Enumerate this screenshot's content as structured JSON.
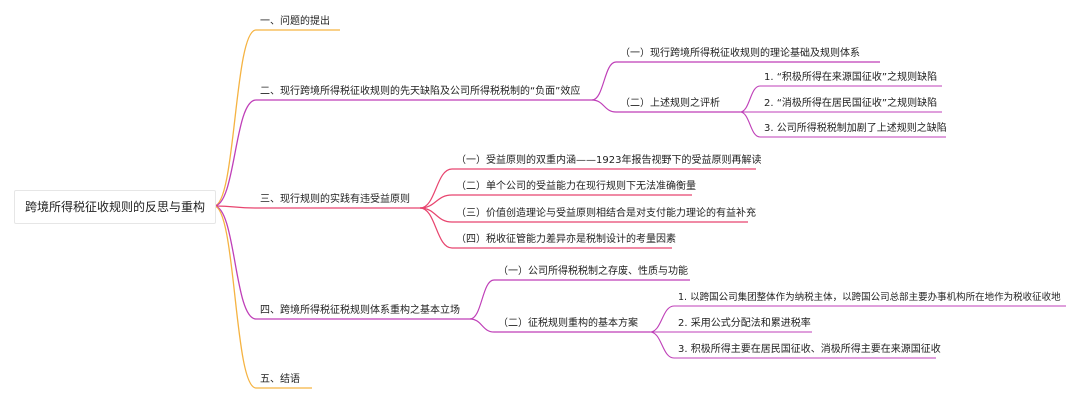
{
  "root": "跨境所得税征收规则的反思与重构",
  "colors": {
    "yellow": "#f5b342",
    "magenta": "#bf3fb8",
    "pink": "#e8456f",
    "purple": "#8e44ad"
  },
  "branches": [
    {
      "label": "一、问题的提出"
    },
    {
      "label": "二、现行跨境所得税征收规则的先天缺陷及公司所得税税制的“负面”效应",
      "children": [
        {
          "label": "（一）现行跨境所得税征收规则的理论基础及规则体系"
        },
        {
          "label": "（二）上述规则之评析",
          "children": [
            {
              "label": "1. “积极所得在来源国征收”之规则缺陷"
            },
            {
              "label": "2. “消极所得在居民国征收”之规则缺陷"
            },
            {
              "label": "3. 公司所得税税制加剧了上述规则之缺陷"
            }
          ]
        }
      ]
    },
    {
      "label": "三、现行规则的实践有违受益原则",
      "children": [
        {
          "label": "（一）受益原则的双重内涵——1923年报告视野下的受益原则再解读"
        },
        {
          "label": "（二）单个公司的受益能力在现行规则下无法准确衡量"
        },
        {
          "label": "（三）价值创造理论与受益原则相结合是对支付能力理论的有益补充"
        },
        {
          "label": "（四）税收征管能力差异亦是税制设计的考量因素"
        }
      ]
    },
    {
      "label": "四、跨境所得税征税规则体系重构之基本立场",
      "children": [
        {
          "label": "（一）公司所得税税制之存废、性质与功能"
        },
        {
          "label": "（二）征税规则重构的基本方案",
          "children": [
            {
              "label": "1. 以跨国公司集团整体作为纳税主体，以跨国公司总部主要办事机构所在地作为税收征收地"
            },
            {
              "label": "2. 采用公式分配法和累进税率"
            },
            {
              "label": "3. 积极所得主要在居民国征收、消极所得主要在来源国征收"
            }
          ]
        }
      ]
    },
    {
      "label": "五、结语"
    }
  ]
}
